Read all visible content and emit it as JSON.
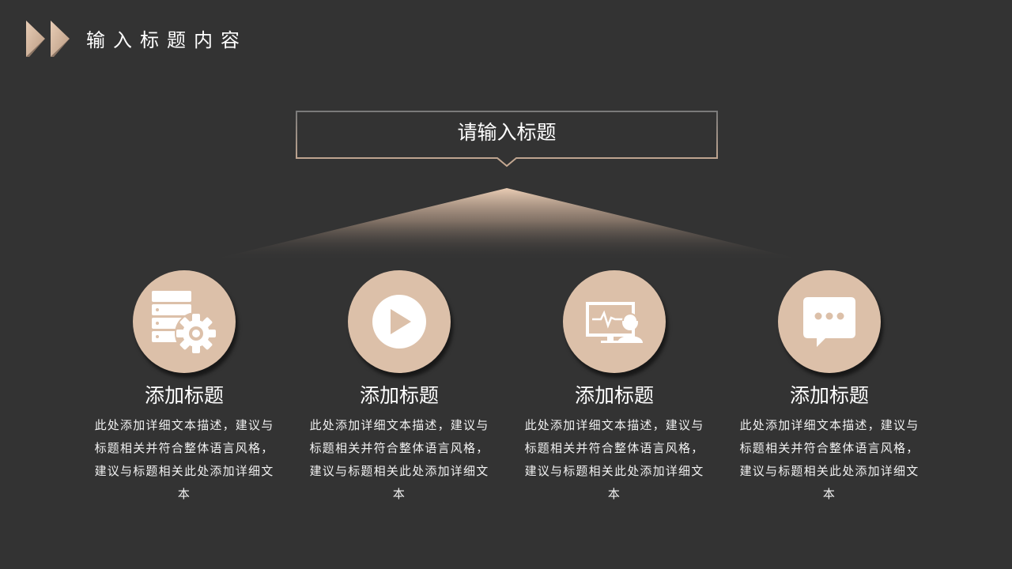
{
  "header": {
    "title": "输入标题内容"
  },
  "callout": {
    "title": "请输入标题"
  },
  "colors": {
    "background": "#333333",
    "accent": "#dcc0a9",
    "text": "#ffffff"
  },
  "items": [
    {
      "icon": "database-gear-icon",
      "title": "添加标题",
      "desc": "此处添加详细文本描述，建议与标题相关并符合整体语言风格，建议与标题相关此处添加详细文本"
    },
    {
      "icon": "play-icon",
      "title": "添加标题",
      "desc": "此处添加详细文本描述，建议与标题相关并符合整体语言风格，建议与标题相关此处添加详细文本"
    },
    {
      "icon": "monitor-user-icon",
      "title": "添加标题",
      "desc": "此处添加详细文本描述，建议与标题相关并符合整体语言风格，建议与标题相关此处添加详细文本"
    },
    {
      "icon": "chat-bubble-icon",
      "title": "添加标题",
      "desc": "此处添加详细文本描述，建议与标题相关并符合整体语言风格，建议与标题相关此处添加详细文本"
    }
  ]
}
